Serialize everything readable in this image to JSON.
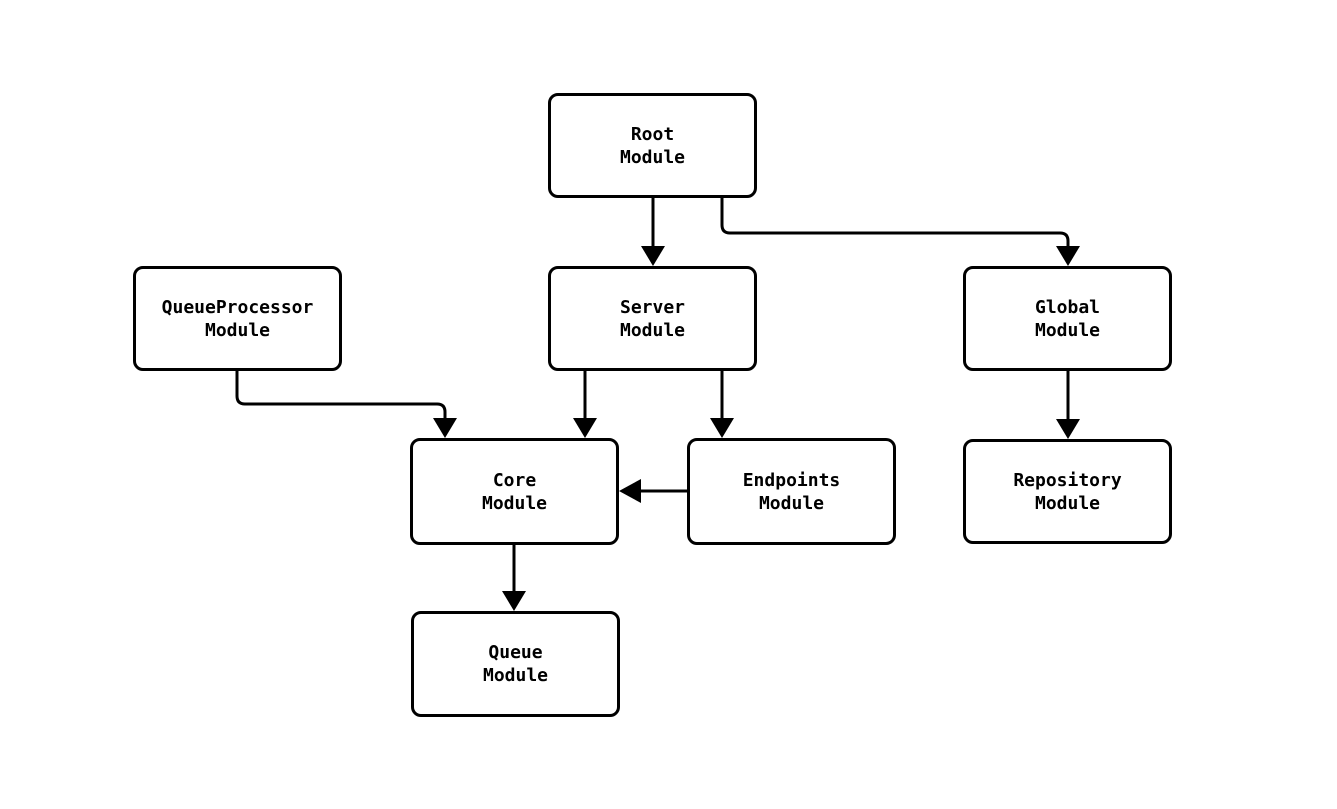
{
  "diagram": {
    "type": "flowchart",
    "background_color": "#ffffff",
    "node_fill_color": "#ffffff",
    "node_border_color": "#000000",
    "edge_color": "#000000",
    "text_color": "#000000",
    "nodes": [
      {
        "id": "root",
        "title": "Root",
        "subtitle": "Module"
      },
      {
        "id": "server",
        "title": "Server",
        "subtitle": "Module"
      },
      {
        "id": "global",
        "title": "Global",
        "subtitle": "Module"
      },
      {
        "id": "queueprocessor",
        "title": "QueueProcessor",
        "subtitle": "Module"
      },
      {
        "id": "core",
        "title": "Core",
        "subtitle": "Module"
      },
      {
        "id": "endpoints",
        "title": "Endpoints",
        "subtitle": "Module"
      },
      {
        "id": "repository",
        "title": "Repository",
        "subtitle": "Module"
      },
      {
        "id": "queue",
        "title": "Queue",
        "subtitle": "Module"
      }
    ],
    "edges": [
      {
        "from": "Root Module",
        "to": "Server Module"
      },
      {
        "from": "Root Module",
        "to": "Global Module"
      },
      {
        "from": "QueueProcessor Module",
        "to": "Core Module"
      },
      {
        "from": "Server Module",
        "to": "Core Module"
      },
      {
        "from": "Server Module",
        "to": "Endpoints Module"
      },
      {
        "from": "Endpoints Module",
        "to": "Core Module"
      },
      {
        "from": "Global Module",
        "to": "Repository Module"
      },
      {
        "from": "Core Module",
        "to": "Queue Module"
      }
    ]
  }
}
